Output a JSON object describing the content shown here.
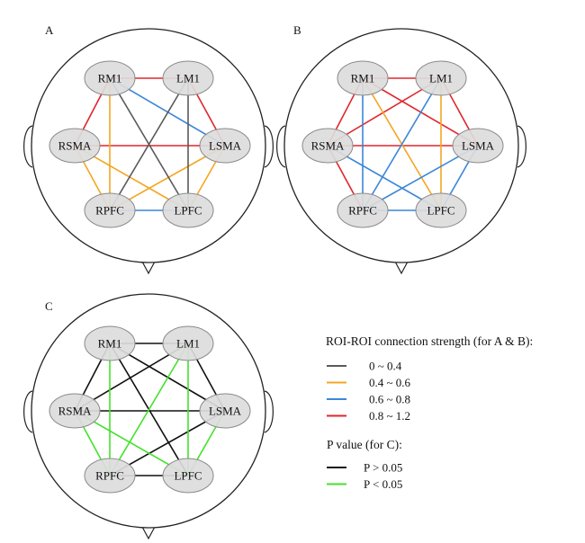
{
  "panels": [
    {
      "label": "A",
      "nodes": [
        {
          "id": "RM1",
          "label": "RM1"
        },
        {
          "id": "LM1",
          "label": "LM1"
        },
        {
          "id": "RSMA",
          "label": "RSMA"
        },
        {
          "id": "LSMA",
          "label": "LSMA"
        },
        {
          "id": "RPFC",
          "label": "RPFC"
        },
        {
          "id": "LPFC",
          "label": "LPFC"
        }
      ],
      "edges": [
        {
          "from": "RM1",
          "to": "LM1",
          "strength": "0.8 ~ 1.2"
        },
        {
          "from": "RM1",
          "to": "RSMA",
          "strength": "0.8 ~ 1.2"
        },
        {
          "from": "LM1",
          "to": "LSMA",
          "strength": "0.8 ~ 1.2"
        },
        {
          "from": "RSMA",
          "to": "LSMA",
          "strength": "0.8 ~ 1.2"
        },
        {
          "from": "RM1",
          "to": "RPFC",
          "strength": "0.4 ~ 0.6"
        },
        {
          "from": "RSMA",
          "to": "RPFC",
          "strength": "0.4 ~ 0.6"
        },
        {
          "from": "RSMA",
          "to": "LPFC",
          "strength": "0.4 ~ 0.6"
        },
        {
          "from": "LSMA",
          "to": "RPFC",
          "strength": "0.4 ~ 0.6"
        },
        {
          "from": "LSMA",
          "to": "LPFC",
          "strength": "0.4 ~ 0.6"
        },
        {
          "from": "RM1",
          "to": "LSMA",
          "strength": "0.6 ~ 0.8"
        },
        {
          "from": "RPFC",
          "to": "LPFC",
          "strength": "0.6 ~ 0.8"
        },
        {
          "from": "RM1",
          "to": "LPFC",
          "strength": "0 ~ 0.4"
        },
        {
          "from": "LM1",
          "to": "RPFC",
          "strength": "0 ~ 0.4"
        },
        {
          "from": "LM1",
          "to": "LPFC",
          "strength": "0 ~ 0.4"
        }
      ]
    },
    {
      "label": "B",
      "nodes": [
        {
          "id": "RM1",
          "label": "RM1"
        },
        {
          "id": "LM1",
          "label": "LM1"
        },
        {
          "id": "RSMA",
          "label": "RSMA"
        },
        {
          "id": "LSMA",
          "label": "LSMA"
        },
        {
          "id": "RPFC",
          "label": "RPFC"
        },
        {
          "id": "LPFC",
          "label": "LPFC"
        }
      ],
      "edges": [
        {
          "from": "RM1",
          "to": "LM1",
          "strength": "0.8 ~ 1.2"
        },
        {
          "from": "RM1",
          "to": "RSMA",
          "strength": "0.8 ~ 1.2"
        },
        {
          "from": "LM1",
          "to": "RSMA",
          "strength": "0.8 ~ 1.2"
        },
        {
          "from": "LM1",
          "to": "LSMA",
          "strength": "0.8 ~ 1.2"
        },
        {
          "from": "RSMA",
          "to": "LSMA",
          "strength": "0.8 ~ 1.2"
        },
        {
          "from": "RM1",
          "to": "LSMA",
          "strength": "0.8 ~ 1.2"
        },
        {
          "from": "RSMA",
          "to": "RPFC",
          "strength": "0.8 ~ 1.2"
        },
        {
          "from": "RM1",
          "to": "LPFC",
          "strength": "0.4 ~ 0.6"
        },
        {
          "from": "LM1",
          "to": "LPFC",
          "strength": "0.4 ~ 0.6"
        },
        {
          "from": "RM1",
          "to": "RPFC",
          "strength": "0.6 ~ 0.8"
        },
        {
          "from": "LM1",
          "to": "RPFC",
          "strength": "0.6 ~ 0.8"
        },
        {
          "from": "LSMA",
          "to": "RPFC",
          "strength": "0.6 ~ 0.8"
        },
        {
          "from": "RSMA",
          "to": "LPFC",
          "strength": "0.6 ~ 0.8"
        },
        {
          "from": "LSMA",
          "to": "LPFC",
          "strength": "0.6 ~ 0.8"
        },
        {
          "from": "RPFC",
          "to": "LPFC",
          "strength": "0.6 ~ 0.8"
        }
      ]
    },
    {
      "label": "C",
      "nodes": [
        {
          "id": "RM1",
          "label": "RM1"
        },
        {
          "id": "LM1",
          "label": "LM1"
        },
        {
          "id": "RSMA",
          "label": "RSMA"
        },
        {
          "id": "LSMA",
          "label": "LSMA"
        },
        {
          "id": "RPFC",
          "label": "RPFC"
        },
        {
          "id": "LPFC",
          "label": "LPFC"
        }
      ],
      "edges": [
        {
          "from": "RM1",
          "to": "LM1",
          "significance": "P > 0.05"
        },
        {
          "from": "RM1",
          "to": "RSMA",
          "significance": "P > 0.05"
        },
        {
          "from": "LM1",
          "to": "RSMA",
          "significance": "P > 0.05"
        },
        {
          "from": "LM1",
          "to": "LSMA",
          "significance": "P > 0.05"
        },
        {
          "from": "RSMA",
          "to": "LSMA",
          "significance": "P > 0.05"
        },
        {
          "from": "RM1",
          "to": "LSMA",
          "significance": "P > 0.05"
        },
        {
          "from": "RM1",
          "to": "LPFC",
          "significance": "P > 0.05"
        },
        {
          "from": "LSMA",
          "to": "RPFC",
          "significance": "P > 0.05"
        },
        {
          "from": "RPFC",
          "to": "LPFC",
          "significance": "P > 0.05"
        },
        {
          "from": "RM1",
          "to": "RPFC",
          "significance": "P < 0.05"
        },
        {
          "from": "LM1",
          "to": "RPFC",
          "significance": "P < 0.05"
        },
        {
          "from": "LM1",
          "to": "LPFC",
          "significance": "P < 0.05"
        },
        {
          "from": "RSMA",
          "to": "RPFC",
          "significance": "P < 0.05"
        },
        {
          "from": "RSMA",
          "to": "LPFC",
          "significance": "P < 0.05"
        },
        {
          "from": "LSMA",
          "to": "LPFC",
          "significance": "P < 0.05"
        }
      ]
    }
  ],
  "legend_strength": {
    "title": "ROI-ROI connection strength (for A & B):",
    "items": [
      {
        "label": "0 ~ 0.4",
        "color": "#5a5a5a"
      },
      {
        "label": "0.4 ~ 0.6",
        "color": "#f4a623"
      },
      {
        "label": "0.6 ~ 0.8",
        "color": "#3a86d8"
      },
      {
        "label": "0.8 ~ 1.2",
        "color": "#e0262b"
      }
    ]
  },
  "legend_p": {
    "title": "P value (for C):",
    "items": [
      {
        "label": "P > 0.05",
        "color": "#111111"
      },
      {
        "label": "P < 0.05",
        "color": "#44e12c"
      }
    ]
  }
}
